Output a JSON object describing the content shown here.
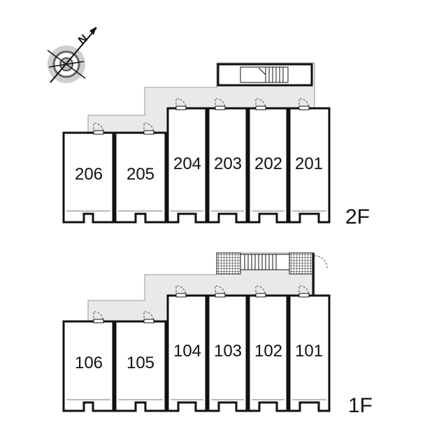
{
  "compass": {
    "label": "N",
    "icon": "north-arrow-icon"
  },
  "floors": [
    {
      "label": "2F",
      "rooms": [
        "206",
        "205",
        "204",
        "203",
        "202",
        "201"
      ]
    },
    {
      "label": "1F",
      "rooms": [
        "106",
        "105",
        "104",
        "103",
        "102",
        "101"
      ]
    }
  ],
  "colors": {
    "wall": "#111111",
    "corridor": "#e9e9e9",
    "corridor_edge": "#9a9a9a",
    "door": "#555555"
  }
}
